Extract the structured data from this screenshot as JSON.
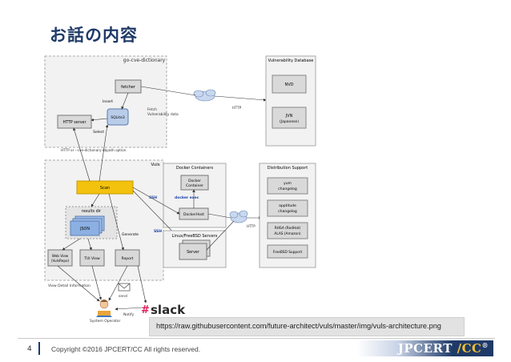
{
  "slide": {
    "title": "お話の内容",
    "url": "https://raw.githubusercontent.com/future-architect/vuls/master/img/vuls-architecture.png",
    "page_number": "4",
    "copyright": "Copyright ©2016 JPCERT/CC All rights reserved.",
    "brand_main": "JPCERT",
    "brand_cc": "CC",
    "brand_mark": "®",
    "brand_colors": {
      "navy": "#1f3a68",
      "gold": "#f2c230"
    }
  },
  "diagram": {
    "go_cve": {
      "title": "go-cve-dictionary",
      "fetcher": "fetcher",
      "insert": "Insert",
      "sqlite": "SQLite3",
      "select": "Select",
      "http_server": "HTTP server",
      "fetch_label_1": "Fetch",
      "fetch_label_2": "Vulnerability data",
      "http": "HTTP",
      "bottom_note": "HTTP or --cve-dictionary-dbpath option"
    },
    "vuln_db": {
      "title": "Vulnerability Database",
      "nvd": "NVD",
      "jvn_1": "JVN",
      "jvn_2": "(Japanese)"
    },
    "vuls": {
      "title": "Vuls",
      "scan": "Scan",
      "results_dir": "results dir",
      "json": "JSON",
      "generate": "Generate",
      "web_view_1": "Web View",
      "web_view_2": "(VulsRepo)",
      "tui_view": "TUI View",
      "report": "Report"
    },
    "docker": {
      "title": "Docker Containers",
      "container_1": "Docker",
      "container_2": "Container",
      "docker_exec": "docker exec",
      "dockerhost": "DockerHost",
      "ssh_1": "SSH",
      "ssh_2": "SSH"
    },
    "linux": {
      "title": "Linux/FreeBSD Servers",
      "server": "Server",
      "http": "HTTP"
    },
    "dist": {
      "title": "Distribution Support",
      "items": [
        {
          "line1": "yum",
          "line2": "changelog"
        },
        {
          "line1": "apptitude",
          "line2": "changelog"
        },
        {
          "line1": "RHSA (RedHat)",
          "line2": "ALAS (Amazon)"
        },
        {
          "line1": "FreeBSD Support",
          "line2": ""
        }
      ]
    },
    "operator": {
      "view_detail": "View Detail Information",
      "send": "send",
      "notify": "Notify",
      "system_operator": "System Operator",
      "slack": "slack",
      "slack_mark": "#"
    }
  }
}
